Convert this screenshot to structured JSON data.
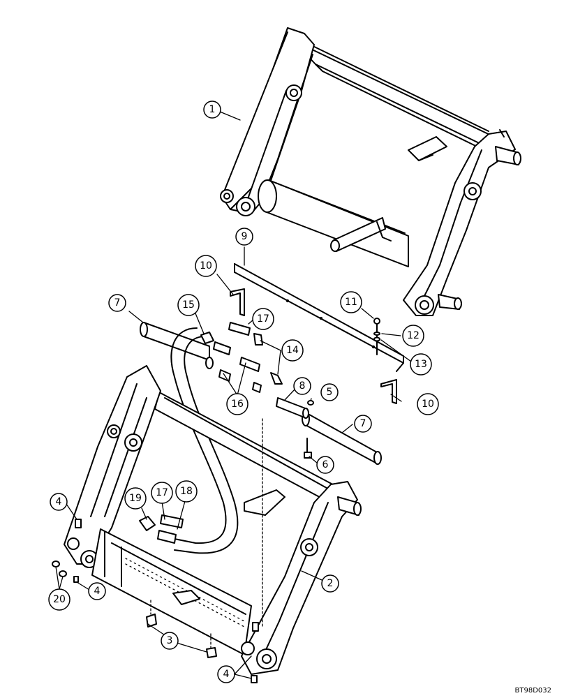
{
  "drawing_code": "BT98D032",
  "callouts": [
    {
      "id": "c1",
      "label": "1",
      "part": "upper-frame"
    },
    {
      "id": "c2",
      "label": "2",
      "part": "lower-frame"
    },
    {
      "id": "c3",
      "label": "3",
      "part": "cap"
    },
    {
      "id": "c4a",
      "label": "4",
      "part": "grease-fitting"
    },
    {
      "id": "c4b",
      "label": "4",
      "part": "grease-fitting"
    },
    {
      "id": "c4c",
      "label": "4",
      "part": "grease-fitting"
    },
    {
      "id": "c5",
      "label": "5",
      "part": "nut"
    },
    {
      "id": "c6",
      "label": "6",
      "part": "bolt"
    },
    {
      "id": "c7a",
      "label": "7",
      "part": "pin"
    },
    {
      "id": "c7b",
      "label": "7",
      "part": "pin"
    },
    {
      "id": "c8",
      "label": "8",
      "part": "cylinder"
    },
    {
      "id": "c9",
      "label": "9",
      "part": "plate"
    },
    {
      "id": "c10a",
      "label": "10",
      "part": "bracket"
    },
    {
      "id": "c10b",
      "label": "10",
      "part": "bracket"
    },
    {
      "id": "c11",
      "label": "11",
      "part": "bolt"
    },
    {
      "id": "c12",
      "label": "12",
      "part": "washer"
    },
    {
      "id": "c13",
      "label": "13",
      "part": "nut"
    },
    {
      "id": "c14",
      "label": "14",
      "part": "elbow"
    },
    {
      "id": "c15",
      "label": "15",
      "part": "fitting"
    },
    {
      "id": "c16",
      "label": "16",
      "part": "adapter"
    },
    {
      "id": "c17a",
      "label": "17",
      "part": "fitting"
    },
    {
      "id": "c17b",
      "label": "17",
      "part": "fitting"
    },
    {
      "id": "c18",
      "label": "18",
      "part": "hose-fitting"
    },
    {
      "id": "c19",
      "label": "19",
      "part": "elbow"
    },
    {
      "id": "c20",
      "label": "20",
      "part": "nut"
    }
  ]
}
